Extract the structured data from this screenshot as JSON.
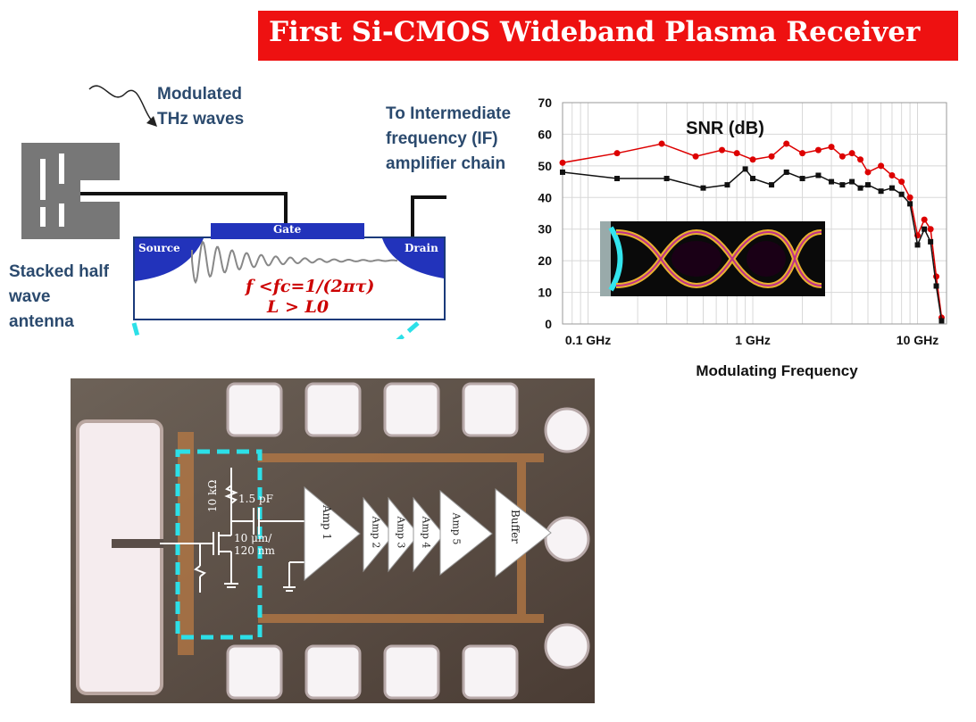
{
  "banner": {
    "title": "First Si-CMOS Wideband Plasma Receiver",
    "color": "#ee1111"
  },
  "labels": {
    "modulated_line1": "Modulated",
    "modulated_line2": "THz waves",
    "if_line1": "To Intermediate",
    "if_line2": "frequency (IF)",
    "if_line3": "amplifier chain",
    "antenna_line1": "Stacked half",
    "antenna_line2": "wave",
    "antenna_line3": "antenna"
  },
  "transistor": {
    "source": "Source",
    "gate": "Gate",
    "drain": "Drain",
    "eq1": "f <fc=1/(2πτ)",
    "eq2": "L > L0"
  },
  "circuit": {
    "resistor": "10 kΩ",
    "capacitor": "1.5 pF",
    "transistor_size_line1": "10 μm/",
    "transistor_size_line2": "120 nm",
    "amps": [
      "Amp 1",
      "Amp 2",
      "Amp 3",
      "Amp 4",
      "Amp 5"
    ],
    "buffer": "Buffer"
  },
  "chart_data": {
    "type": "line",
    "title": "SNR (dB)",
    "xlabel": "Modulating Frequency",
    "ylabel": "",
    "x_scale": "log",
    "xlim": [
      0.07,
      15
    ],
    "ylim": [
      0,
      70
    ],
    "yticks": [
      0,
      10,
      20,
      30,
      40,
      50,
      60,
      70
    ],
    "xtick_labels": [
      "0.1 GHz",
      "1 GHz",
      "10 GHz"
    ],
    "xticks": [
      0.1,
      1,
      10
    ],
    "grid": true,
    "series": [
      {
        "color": "#dd0000",
        "x": [
          0.07,
          0.15,
          0.28,
          0.45,
          0.65,
          0.8,
          1.0,
          1.3,
          1.6,
          2.0,
          2.5,
          3.0,
          3.5,
          4.0,
          4.5,
          5.0,
          6.0,
          7.0,
          8.0,
          9.0,
          10.0,
          11.0,
          12.0,
          13.0,
          14.0
        ],
        "y": [
          51,
          54,
          57,
          53,
          55,
          54,
          52,
          53,
          57,
          54,
          55,
          56,
          53,
          54,
          52,
          48,
          50,
          47,
          45,
          40,
          28,
          33,
          30,
          15,
          2
        ]
      },
      {
        "color": "#111111",
        "x": [
          0.07,
          0.15,
          0.3,
          0.5,
          0.7,
          0.9,
          1.0,
          1.3,
          1.6,
          2.0,
          2.5,
          3.0,
          3.5,
          4.0,
          4.5,
          5.0,
          6.0,
          7.0,
          8.0,
          9.0,
          10.0,
          11.0,
          12.0,
          13.0,
          14.0
        ],
        "y": [
          48,
          46,
          46,
          43,
          44,
          49,
          46,
          44,
          48,
          46,
          47,
          45,
          44,
          45,
          43,
          44,
          42,
          43,
          41,
          38,
          25,
          30,
          26,
          12,
          1
        ]
      }
    ]
  }
}
